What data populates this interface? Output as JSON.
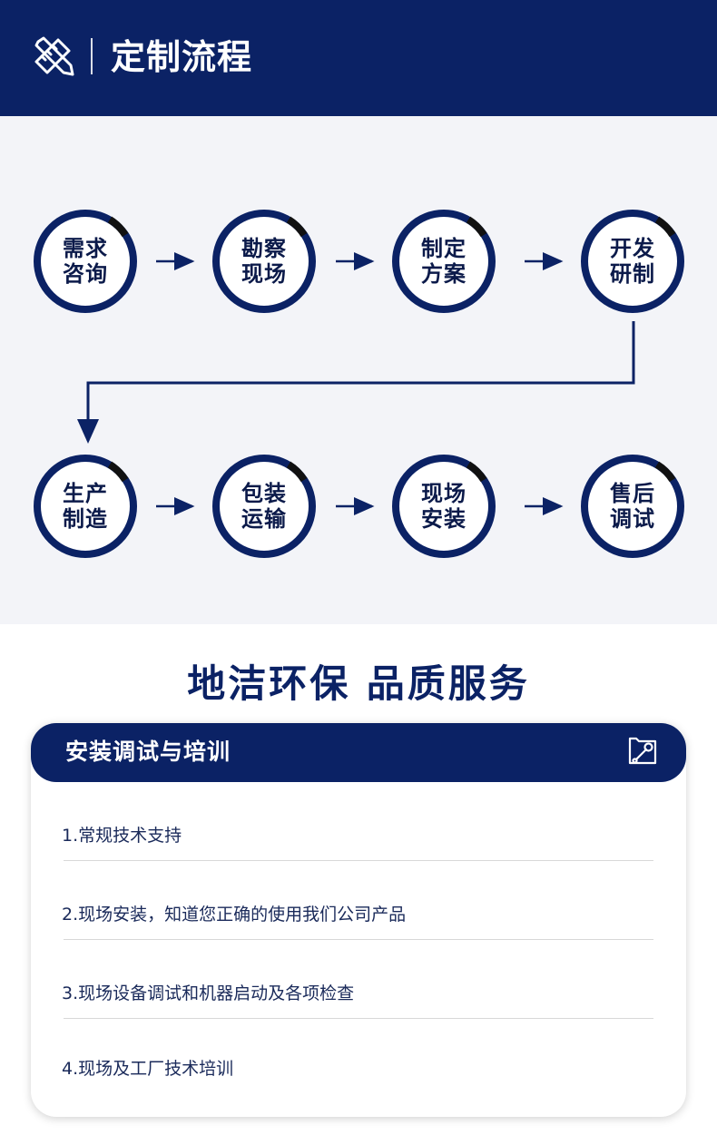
{
  "header": {
    "title": "定制流程",
    "icon": "ruler-pencil-icon",
    "bg_color": "#0b2265"
  },
  "process": {
    "steps": [
      {
        "line1": "需求",
        "line2": "咨询"
      },
      {
        "line1": "勘察",
        "line2": "现场"
      },
      {
        "line1": "制定",
        "line2": "方案"
      },
      {
        "line1": "开发",
        "line2": "研制"
      },
      {
        "line1": "生产",
        "line2": "制造"
      },
      {
        "line1": "包装",
        "line2": "运输"
      },
      {
        "line1": "现场",
        "line2": "安装"
      },
      {
        "line1": "售后",
        "line2": "调试"
      }
    ],
    "ring_color": "#0b2265",
    "accent_color": "#111111"
  },
  "service": {
    "title": "地洁环保  品质服务"
  },
  "card": {
    "title": "安装调试与培训",
    "icon": "wrench-icon",
    "items": [
      "1.常规技术支持",
      "2.现场安装，知道您正确的使用我们公司产品",
      "3.现场设备调试和机器启动及各项检查",
      "4.现场及工厂技术培训"
    ]
  }
}
